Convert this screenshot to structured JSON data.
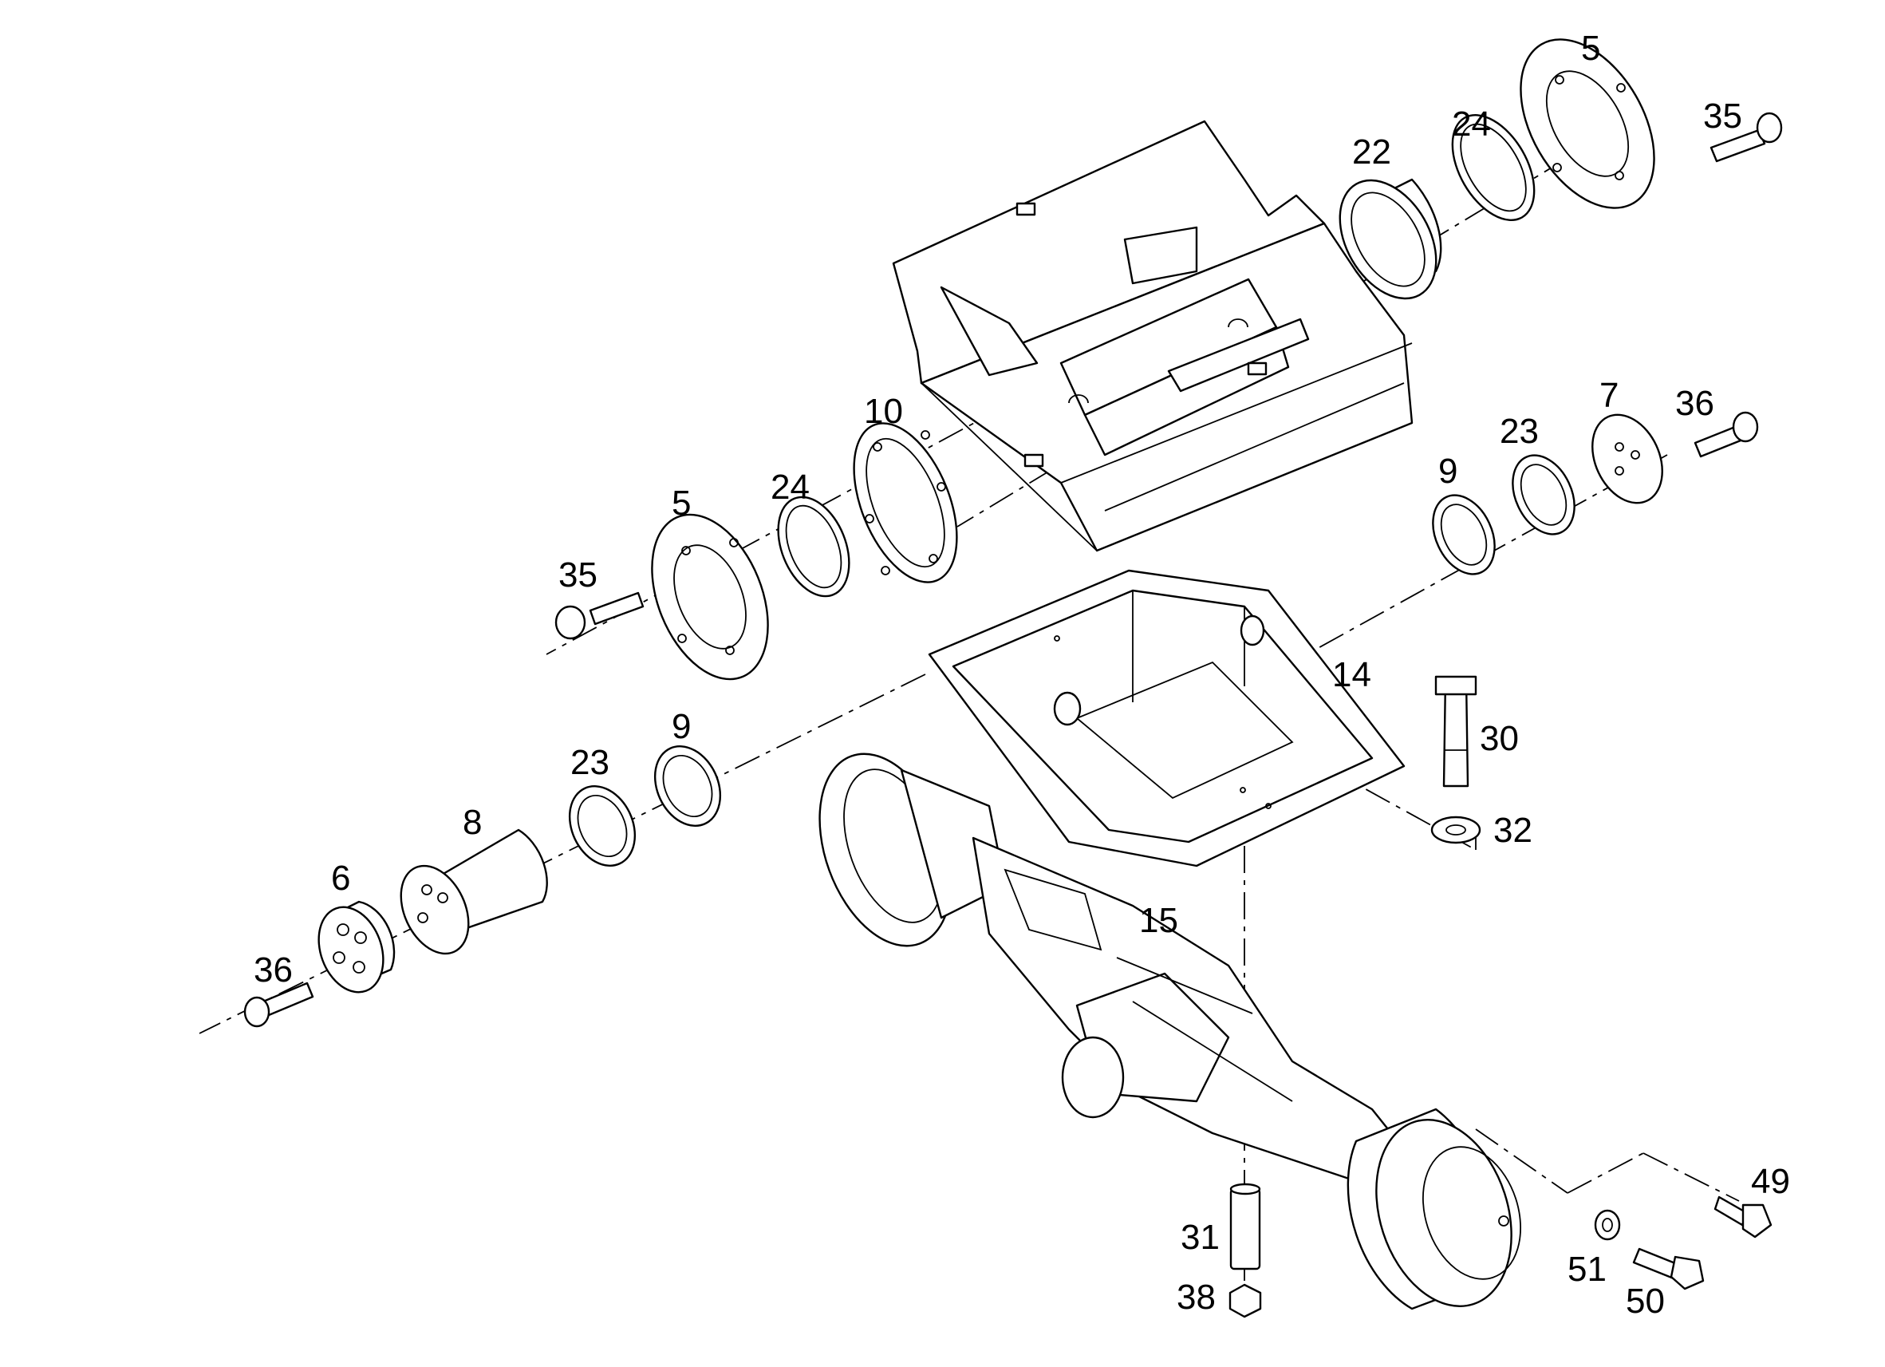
{
  "diagram": {
    "type": "exploded-parts-view",
    "callouts": {
      "c5_top": "5",
      "c24_top": "24",
      "c35_top": "35",
      "c22": "22",
      "c10": "10",
      "c24_left": "24",
      "c5_left": "5",
      "c35_left": "35",
      "c7": "7",
      "c36_right": "36",
      "c23_right": "23",
      "c9_right": "9",
      "c14": "14",
      "c30": "30",
      "c32": "32",
      "c9_left": "9",
      "c23_left": "23",
      "c8": "8",
      "c6": "6",
      "c36_left": "36",
      "c15": "15",
      "c31": "31",
      "c38": "38",
      "c49": "49",
      "c51": "51",
      "c50": "50"
    }
  }
}
